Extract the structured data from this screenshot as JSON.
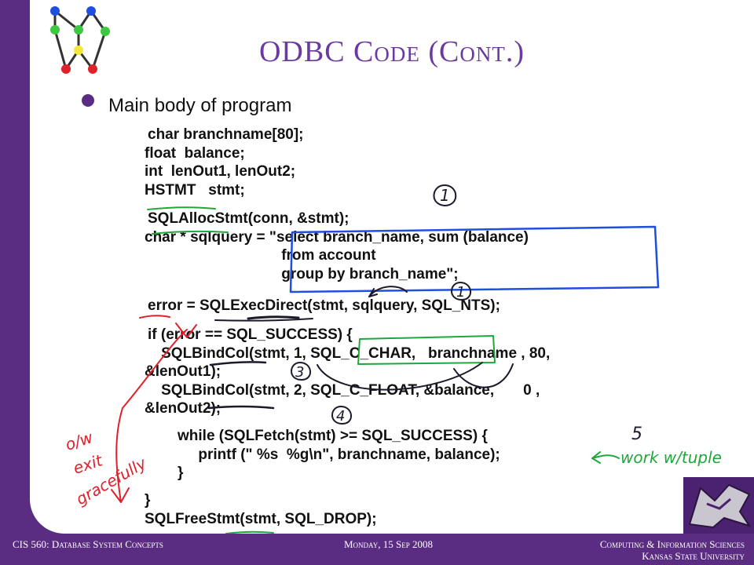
{
  "title": "ODBC Code (Cont.)",
  "bullet": "Main body of program",
  "code": {
    "block1": [
      "char branchname[80];",
      "float  balance;",
      "int  lenOut1, lenOut2;",
      "HSTMT   stmt;"
    ],
    "block2": [
      "SQLAllocStmt(conn, &stmt);",
      "char * sqlquery = \"select branch_name, sum (balance)",
      "                                 from account",
      "                                 group by branch_name\";"
    ],
    "block3": [
      "error = SQLExecDirect(stmt, sqlquery, SQL_NTS);"
    ],
    "block4": [
      "if (error == SQL_SUCCESS) {",
      "    SQLBindCol(stmt, 1, SQL_C_CHAR,   branchname , 80,",
      "&lenOut1);",
      "    SQLBindCol(stmt, 2, SQL_C_FLOAT, &balance,       0 ,",
      "&lenOut2);"
    ],
    "block5": [
      "while (SQLFetch(stmt) >= SQL_SUCCESS) {",
      "     printf (\" %s  %g\\n\", branchname, balance);",
      "}"
    ],
    "block6": [
      "}",
      "SQLFreeStmt(stmt, SQL_DROP);"
    ]
  },
  "annotations": {
    "n1a": "1",
    "n1b": "1",
    "n3": "3",
    "n4": "4",
    "n5": "5",
    "work": "work w/tuple",
    "otw": "o/w",
    "exit": "exit",
    "gracefully": "gracefully"
  },
  "footer": {
    "left": "CIS 560: Database System Concepts",
    "center": "Monday, 15 Sep 2008",
    "right1": "Computing & Information Sciences",
    "right2": "Kansas State University"
  },
  "colors": {
    "accent": "#5a2d82",
    "ink_red": "#e0202a",
    "ink_blue": "#1f4fe0",
    "ink_green": "#1ea83a",
    "ink_dark": "#1a1a2a"
  }
}
